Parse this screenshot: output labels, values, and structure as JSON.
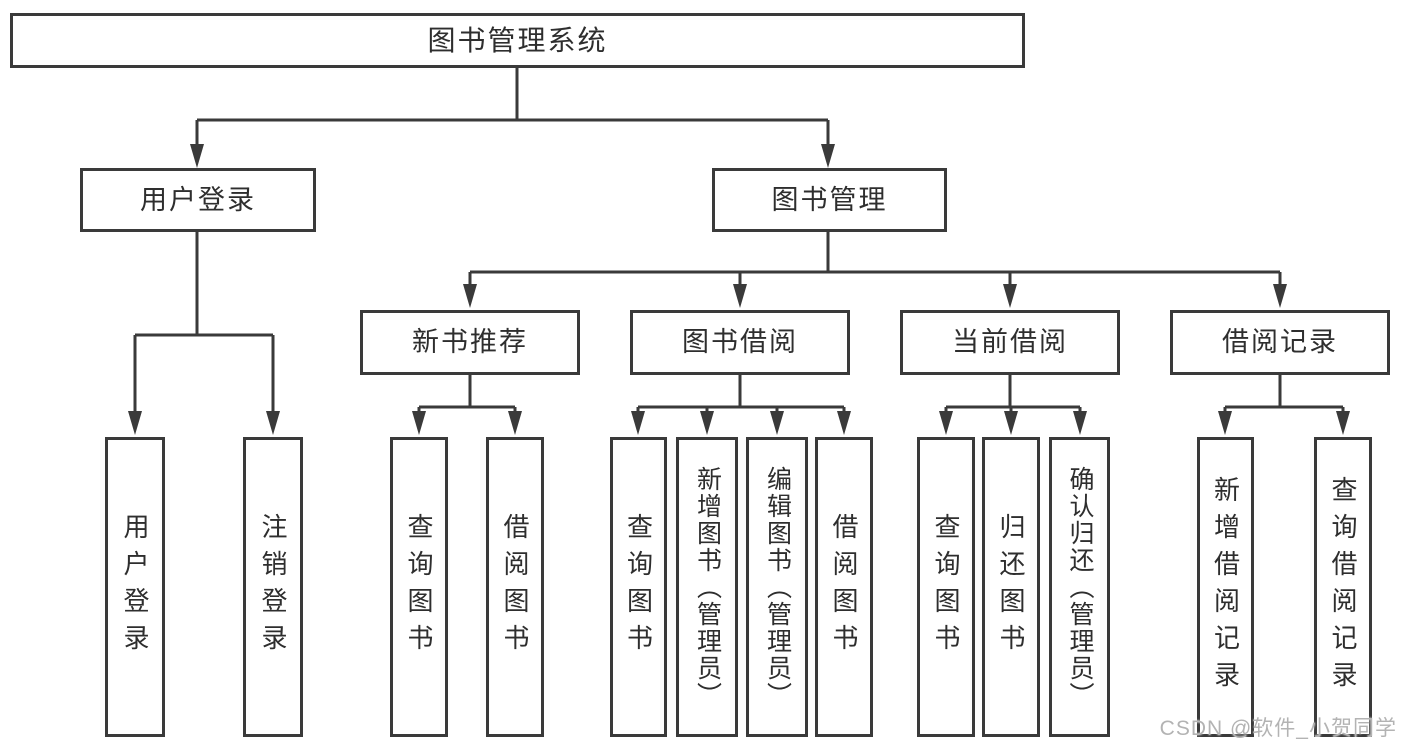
{
  "diagram": {
    "title_node": {
      "label": "图书管理系统"
    },
    "level2": [
      {
        "label": "用户登录"
      },
      {
        "label": "图书管理"
      }
    ],
    "level3": [
      {
        "label": "新书推荐",
        "parent": "图书管理"
      },
      {
        "label": "图书借阅",
        "parent": "图书管理"
      },
      {
        "label": "当前借阅",
        "parent": "图书管理"
      },
      {
        "label": "借阅记录",
        "parent": "图书管理"
      }
    ],
    "leaves": [
      {
        "label": "用户登录",
        "parent": "用户登录"
      },
      {
        "label": "注销登录",
        "parent": "用户登录"
      },
      {
        "label": "查询图书",
        "parent": "新书推荐"
      },
      {
        "label": "借阅图书",
        "parent": "新书推荐"
      },
      {
        "label": "查询图书",
        "parent": "图书借阅"
      },
      {
        "label": "新增图书（管理员）",
        "parent": "图书借阅"
      },
      {
        "label": "编辑图书（管理员）",
        "parent": "图书借阅"
      },
      {
        "label": "借阅图书",
        "parent": "图书借阅"
      },
      {
        "label": "查询图书",
        "parent": "当前借阅"
      },
      {
        "label": "归还图书",
        "parent": "当前借阅"
      },
      {
        "label": "确认归还（管理员）",
        "parent": "当前借阅"
      },
      {
        "label": "新增借阅记录",
        "parent": "借阅记录"
      },
      {
        "label": "查询借阅记录",
        "parent": "借阅记录"
      }
    ]
  },
  "watermark": {
    "text": "CSDN @软件_小贺同学"
  },
  "colors": {
    "line": "#3a3a3a",
    "box_border": "#3a3a3a",
    "box_fill": "#ffffff",
    "text": "#2e2e2e",
    "watermark": "#b3b3b3",
    "background": "#ffffff"
  }
}
